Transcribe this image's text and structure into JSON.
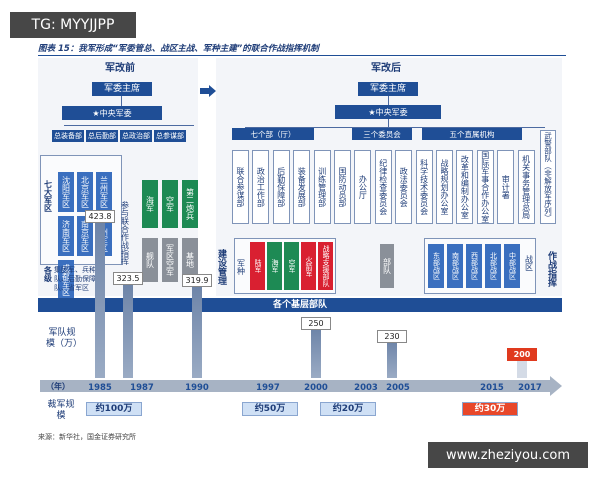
{
  "watermark_tl": "TG: MYYJJPP",
  "watermark_br": "www.zheziyou.com",
  "figure_title": "图表 15：我军形成“军委管总、战区主战、军种主建”的联合作战指挥机制",
  "source": "来源：新华社，国金证券研究所",
  "before": {
    "header": "军改前",
    "top": "军委主席",
    "cmc": "★中央军委",
    "depts": [
      "总装备部",
      "总后勤部",
      "总政治部",
      "总参谋部"
    ],
    "seven_label": "七大军区",
    "regions": [
      "沈阳军区",
      "北京军区",
      "兰州军区",
      "济南军区",
      "南京军区",
      "广州军区",
      "成都军区"
    ],
    "branch_label": "各级",
    "branch_text": "集团军、兵种部队、后勤保障部队、省军区",
    "joint_label": "参与联合作战指挥",
    "services": [
      "海军",
      "空军",
      "第二炮兵"
    ],
    "sub": [
      "舰队",
      "军区空军",
      "基地"
    ]
  },
  "after": {
    "header": "军改后",
    "top": "军委主席",
    "cmc": "★中央军委",
    "groups": [
      "七个部（厅）",
      "三个委员会",
      "五个直属机构"
    ],
    "depts": [
      "联合参谋部",
      "政治工作部",
      "后勤保障部",
      "装备发展部",
      "训练管理部",
      "国防动员部",
      "办公厅",
      "纪律检查委员会",
      "政法委员会",
      "科学技术委员会",
      "战略规划办公室",
      "改革和编制办公室",
      "国际军事合作办公室",
      "审计署",
      "机关事务管理总局"
    ],
    "armed_police": "武警部队（非解放军序列）",
    "build_label": "建设管理",
    "military_label": "军种",
    "services": [
      "陆军",
      "海军",
      "空军",
      "火箭军",
      "战略支援部队"
    ],
    "troops": "部队",
    "theater_label": "战区",
    "theaters": [
      "东部战区",
      "南部战区",
      "西部战区",
      "北部战区",
      "中部战区"
    ],
    "command_label": "作战指挥",
    "base_units": "各个基层部队"
  },
  "timeline": {
    "y_label": "军队规模（万）",
    "x_label": "（年）",
    "cut_label": "裁军规模",
    "years": [
      "1985",
      "1987",
      "1990",
      "1997",
      "2000",
      "2003",
      "2005",
      "2015",
      "2017"
    ],
    "cuts": [
      "约100万",
      "约50万",
      "约20万",
      "约30万"
    ]
  },
  "chart_data": {
    "type": "bar",
    "title": "",
    "xlabel": "（年）",
    "ylabel": "军队规模（万）",
    "categories": [
      "1985",
      "1987",
      "1990",
      "2000",
      "2005",
      "2017"
    ],
    "values": [
      423.8,
      323.5,
      319.9,
      250,
      230,
      200
    ],
    "value_labels": [
      "423.8",
      "323.5",
      "319.9",
      "250",
      "230",
      "200"
    ],
    "ylim": [
      0,
      450
    ],
    "grid": false,
    "colors": {
      "bar": "#7d93b8",
      "highlight": "#e03a1e"
    }
  },
  "colors": {
    "navy": "#1f4e96",
    "green": "#1d8a54",
    "red": "#d92031",
    "gray": "#8a9099",
    "orange_red": "#e8472a",
    "light_blue": "#cfe0f5"
  }
}
